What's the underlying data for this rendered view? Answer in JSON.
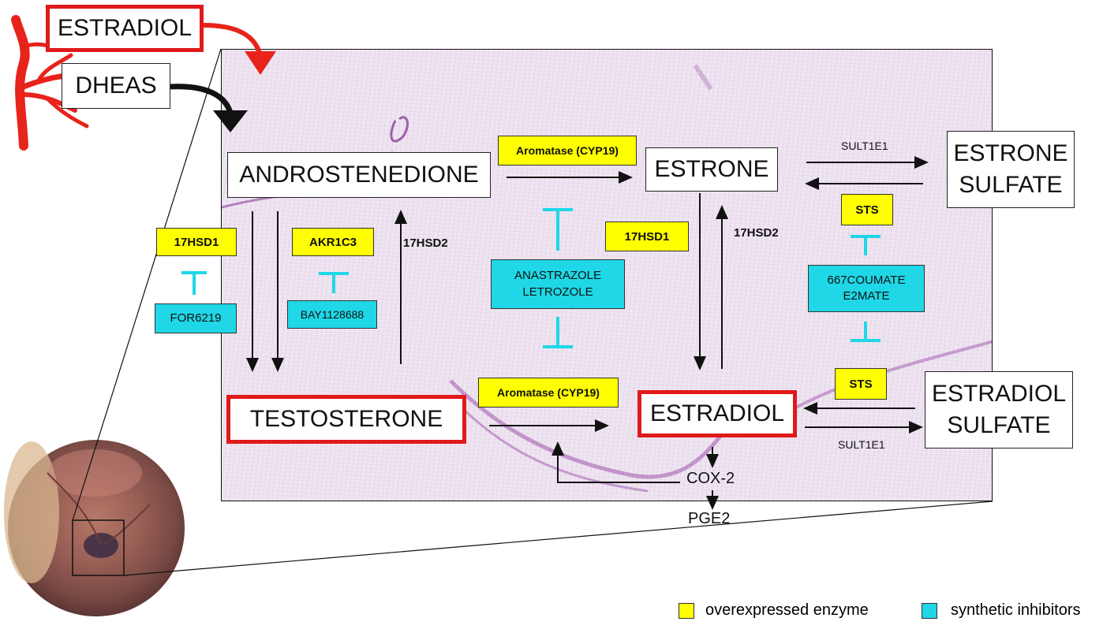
{
  "top_inputs": {
    "estradiol": "ESTRADIOL",
    "dheas": "DHEAS"
  },
  "metabolites": {
    "androstenedione": "ANDROSTENEDIONE",
    "estrone": "ESTRONE",
    "estrone_sulfate": [
      "ESTRONE",
      "SULFATE"
    ],
    "testosterone": "TESTOSTERONE",
    "estradiol": "ESTRADIOL",
    "estradiol_sulfate": [
      "ESTRADIOL",
      "SULFATE"
    ]
  },
  "enzymes": {
    "aromatase_top": "Aromatase (CYP19)",
    "aromatase_bottom": "Aromatase (CYP19)",
    "hsd1_left": "17HSD1",
    "akr1c3": "AKR1C3",
    "hsd1_mid": "17HSD1",
    "sts_top": "STS",
    "sts_bottom": "STS"
  },
  "inhibitors": {
    "for6219": "FOR6219",
    "bay": "BAY1128688",
    "anastrazole": [
      "ANASTRAZOLE",
      "LETROZOLE"
    ],
    "coumate": [
      "667COUMATE",
      "E2MATE"
    ]
  },
  "labels": {
    "hsd2_left": "17HSD2",
    "hsd2_right": "17HSD2",
    "sult_top": "SULT1E1",
    "sult_bottom": "SULT1E1",
    "cox2": "COX-2",
    "pge2": "PGE2"
  },
  "legend": {
    "overexpressed": "overexpressed enzyme",
    "inhibitors": "synthetic inhibitors",
    "overexpressed_color": "#ffff00",
    "inhibitors_color": "#1fd7e6"
  },
  "colors": {
    "red": "#e01a1a",
    "cyan": "#1fd7e6",
    "yellow": "#ffff00"
  }
}
